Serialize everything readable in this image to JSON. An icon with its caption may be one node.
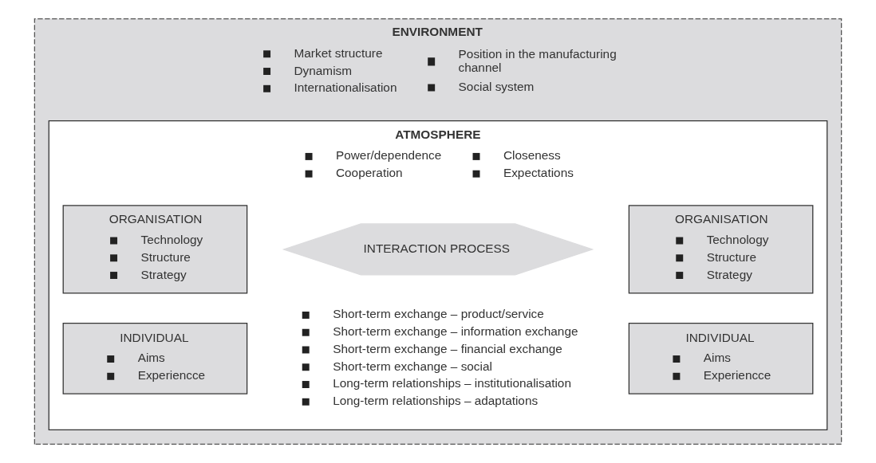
{
  "diagram": {
    "nodes": [
      {
        "text": [
          "ENVIRONMENT",
          "Market structure",
          "Dynamism",
          "Internationalisation",
          "Position in the manufacturing channel",
          "Social system"
        ]
      },
      {
        "text": [
          "ATMOSPHERE",
          "Power/dependence",
          "Cooperation",
          "Closeness",
          "Expectations"
        ],
        "in": 0
      },
      {
        "text": [
          "ORGANISATION",
          "Technology",
          "Structure",
          "Strategy"
        ],
        "in": 1
      },
      {
        "text": [
          "INDIVIDUAL",
          "Aims",
          "Experiencce"
        ],
        "in": 1
      },
      {
        "text": [
          "INTERACTION PROCESS"
        ],
        "in": 1,
        "beside": [
          "Short-term exchange – product/service",
          "Short-term exchange – information exchange",
          "Short-term exchange – financial exchange",
          "Short-term exchange – social",
          "Long-term relationships – institutionalisation",
          "Long-term relationships – adaptations"
        ]
      },
      {
        "text": [
          "ORGANISATION",
          "Technology",
          "Structure",
          "Strategy"
        ],
        "in": 1
      },
      {
        "text": [
          "INDIVIDUAL",
          "Aims",
          "Experiencce"
        ],
        "in": 1
      }
    ]
  }
}
